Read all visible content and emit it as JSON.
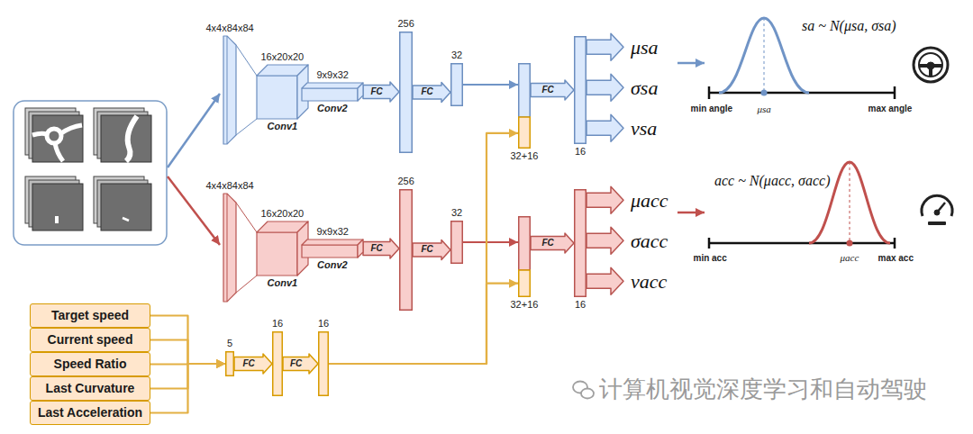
{
  "diagram": {
    "nodes": [
      {
        "text": [
          "4x4x84x84"
        ]
      },
      {
        "text": [
          "16x20x20",
          "Conv1"
        ]
      },
      {
        "text": [
          "9x9x32",
          "Conv2"
        ]
      },
      {
        "text": [
          "256"
        ]
      },
      {
        "text": [
          "32"
        ]
      },
      {
        "text": [
          "32+16"
        ]
      },
      {
        "text": [
          "16"
        ]
      },
      {
        "text": [
          "μsa"
        ]
      },
      {
        "text": [
          "σsa"
        ]
      },
      {
        "text": [
          "vsa"
        ]
      },
      {
        "text": [
          "4x4x84x84"
        ]
      },
      {
        "text": [
          "16x20x20",
          "Conv1"
        ]
      },
      {
        "text": [
          "9x9x32",
          "Conv2"
        ]
      },
      {
        "text": [
          "256"
        ]
      },
      {
        "text": [
          "32"
        ]
      },
      {
        "text": [
          "32+16"
        ]
      },
      {
        "text": [
          "16"
        ]
      },
      {
        "text": [
          "μacc"
        ]
      },
      {
        "text": [
          "σacc"
        ]
      },
      {
        "text": [
          "vacc"
        ]
      },
      {
        "text": [
          "Target speed"
        ]
      },
      {
        "text": [
          "Current speed"
        ]
      },
      {
        "text": [
          "Speed Ratio"
        ]
      },
      {
        "text": [
          "Last Curvature"
        ]
      },
      {
        "text": [
          "Last Acceleration"
        ]
      },
      {
        "text": [
          "5"
        ]
      },
      {
        "text": [
          "16"
        ]
      },
      {
        "text": [
          "16"
        ]
      }
    ],
    "edges": [
      {
        "from": 2,
        "to": 3,
        "arrow": "to",
        "label": "FC"
      },
      {
        "from": 3,
        "to": 4,
        "arrow": "to",
        "label": "FC"
      },
      {
        "from": 4,
        "to": 5,
        "arrow": "to"
      },
      {
        "from": 5,
        "to": 6,
        "arrow": "to",
        "label": "FC"
      },
      {
        "from": 6,
        "to": 7,
        "arrow": "to"
      },
      {
        "from": 6,
        "to": 8,
        "arrow": "to"
      },
      {
        "from": 6,
        "to": 9,
        "arrow": "to"
      },
      {
        "from": 12,
        "to": 13,
        "arrow": "to",
        "label": "FC"
      },
      {
        "from": 13,
        "to": 14,
        "arrow": "to",
        "label": "FC"
      },
      {
        "from": 14,
        "to": 15,
        "arrow": "to"
      },
      {
        "from": 15,
        "to": 16,
        "arrow": "to",
        "label": "FC"
      },
      {
        "from": 16,
        "to": 17,
        "arrow": "to"
      },
      {
        "from": 16,
        "to": 18,
        "arrow": "to"
      },
      {
        "from": 16,
        "to": 19,
        "arrow": "to"
      },
      {
        "from": 20,
        "to": 25,
        "arrow": "to"
      },
      {
        "from": 21,
        "to": 25,
        "arrow": "to"
      },
      {
        "from": 22,
        "to": 25,
        "arrow": "to"
      },
      {
        "from": 23,
        "to": 25,
        "arrow": "to"
      },
      {
        "from": 24,
        "to": 25,
        "arrow": "to"
      },
      {
        "from": 25,
        "to": 26,
        "arrow": "to",
        "label": "FC"
      },
      {
        "from": 26,
        "to": 27,
        "arrow": "to",
        "label": "FC"
      },
      {
        "from": 27,
        "to": 5,
        "arrow": "to"
      },
      {
        "from": 27,
        "to": 15,
        "arrow": "to"
      }
    ],
    "labels": [
      "sa ~ N(μsa, σsa)",
      "min angle",
      "μsa",
      "max angle",
      "acc ~ N(μacc, σacc)",
      "min acc",
      "μacc",
      "max acc",
      "计算机视觉深度学习和自动驾驶"
    ]
  }
}
